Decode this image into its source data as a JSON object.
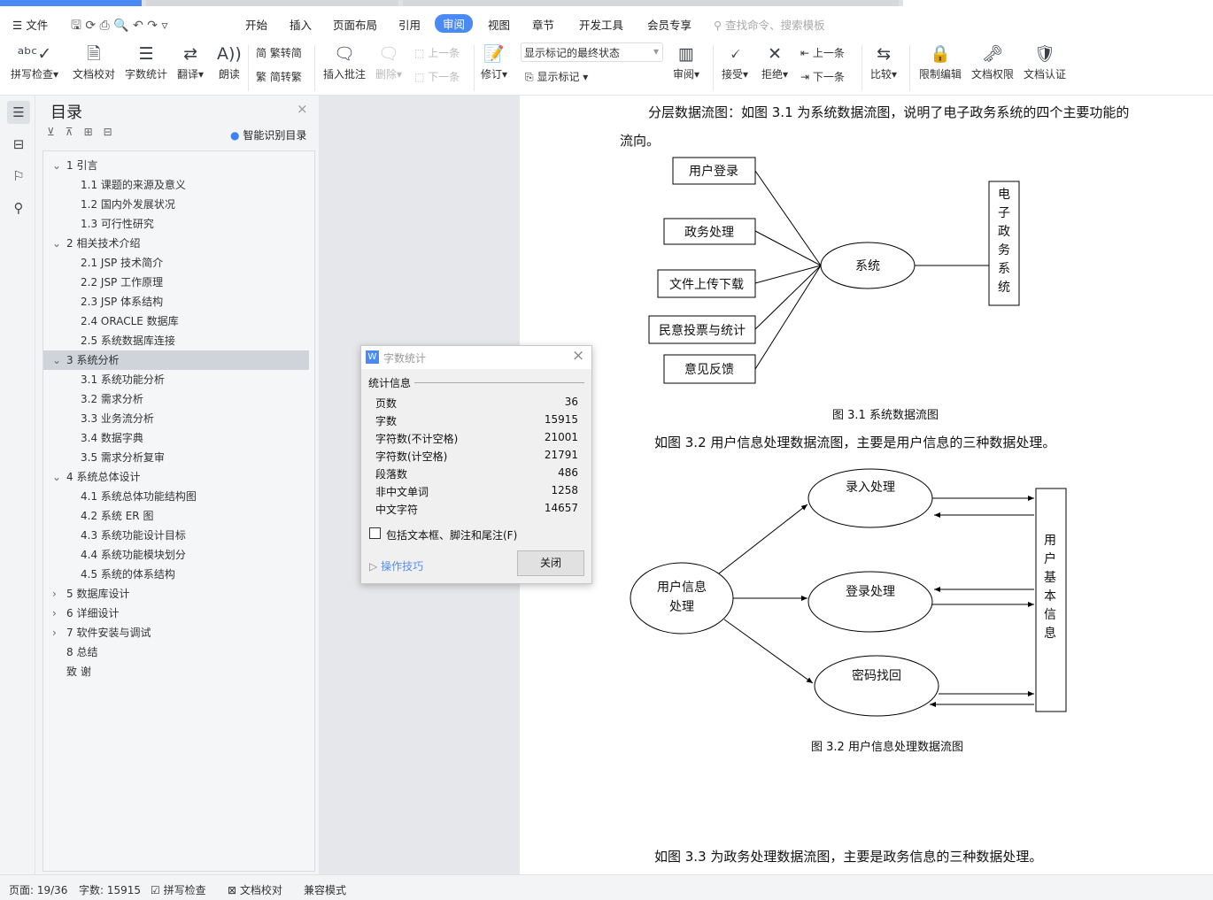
{
  "menu": {
    "file": "文件",
    "tabs": [
      "开始",
      "插入",
      "页面布局",
      "引用",
      "审阅",
      "视图",
      "章节",
      "开发工具",
      "会员专享"
    ],
    "active": "审阅",
    "search_placeholder": "查找命令、搜索模板"
  },
  "ribbon": {
    "spell": "拼写检查",
    "proof": "文档校对",
    "wordcount": "字数统计",
    "translate": "翻译",
    "read": "朗读",
    "t2s": "繁转简",
    "s2t": "简转繁",
    "insert_comment": "插入批注",
    "delete": "删除",
    "prev": "上一条",
    "next": "下一条",
    "revise": "修订",
    "markup_state": "显示标记的最终状态",
    "show_markup": "显示标记",
    "review": "审阅",
    "accept": "接受",
    "reject": "拒绝",
    "prev2": "上一条",
    "next2": "下一条",
    "compare": "比较",
    "restrict": "限制编辑",
    "permission": "文档权限",
    "certify": "文档认证"
  },
  "toc": {
    "title": "目录",
    "smart": "智能识别目录",
    "items": [
      {
        "label": "1  引言",
        "level": 1,
        "chev": "v"
      },
      {
        "label": "1.1  课题的来源及意义",
        "level": 2
      },
      {
        "label": "1.2  国内外发展状况",
        "level": 2
      },
      {
        "label": "1.3  可行性研究",
        "level": 2
      },
      {
        "label": "2  相关技术介绍",
        "level": 1,
        "chev": "v"
      },
      {
        "label": "2.1 JSP 技术简介",
        "level": 2
      },
      {
        "label": "2.2 JSP 工作原理",
        "level": 2
      },
      {
        "label": "2.3 JSP 体系结构",
        "level": 2
      },
      {
        "label": "2.4 ORACLE 数据库",
        "level": 2
      },
      {
        "label": "2.5  系统数据库连接",
        "level": 2
      },
      {
        "label": "3  系统分析",
        "level": 1,
        "chev": "v",
        "selected": true
      },
      {
        "label": "3.1  系统功能分析",
        "level": 2
      },
      {
        "label": "3.2  需求分析",
        "level": 2
      },
      {
        "label": "3.3 业务流分析",
        "level": 2
      },
      {
        "label": "3.4  数据字典",
        "level": 2
      },
      {
        "label": "3.5  需求分析复审",
        "level": 2
      },
      {
        "label": "4  系统总体设计",
        "level": 1,
        "chev": "v"
      },
      {
        "label": "4.1  系统总体功能结构图",
        "level": 2
      },
      {
        "label": "4.2  系统 ER 图",
        "level": 2
      },
      {
        "label": "4.3  系统功能设计目标",
        "level": 2
      },
      {
        "label": "4.4  系统功能模块划分",
        "level": 2
      },
      {
        "label": "4.5  系统的体系结构",
        "level": 2
      },
      {
        "label": "5  数据库设计",
        "level": 1,
        "chev": ">"
      },
      {
        "label": "6  详细设计",
        "level": 1,
        "chev": ">"
      },
      {
        "label": "7  软件安装与调试",
        "level": 1,
        "chev": ">"
      },
      {
        "label": "8  总结",
        "level": 1
      },
      {
        "label": "致   谢",
        "level": 1
      }
    ]
  },
  "doc": {
    "p1a": "分层数据流图：如图 3.1 为系统数据流图，说明了电子政务系统的四个主要功能的",
    "p1b": "流向。",
    "fig1": {
      "boxes": [
        "用户登录",
        "政务处理",
        "文件上传下载",
        "民意投票与统计",
        "意见反馈"
      ],
      "center": "系统",
      "right": [
        "电",
        "子",
        "政",
        "务",
        "系",
        "统"
      ],
      "caption": "图 3.1  系统数据流图"
    },
    "p2": "如图 3.2 用户信息处理数据流图，主要是用户信息的三种数据处理。",
    "fig2": {
      "source": [
        "用户信息",
        "处理"
      ],
      "procs": [
        "录入处理",
        "登录处理",
        "密码找回"
      ],
      "right": [
        "用",
        "户",
        "基",
        "本",
        "信",
        "息"
      ],
      "caption": "图 3.2  用户信息处理数据流图"
    },
    "p3": "如图 3.3 为政务处理数据流图，主要是政务信息的三种数据处理。"
  },
  "dialog": {
    "title": "字数统计",
    "section": "统计信息",
    "rows": [
      {
        "k": "页数",
        "v": "36"
      },
      {
        "k": "字数",
        "v": "15915"
      },
      {
        "k": "字符数(不计空格)",
        "v": "21001"
      },
      {
        "k": "字符数(计空格)",
        "v": "21791"
      },
      {
        "k": "段落数",
        "v": "486"
      },
      {
        "k": "非中文单词",
        "v": "1258"
      },
      {
        "k": "中文字符",
        "v": "14657"
      }
    ],
    "checkbox": "包括文本框、脚注和尾注(F)",
    "tips": "操作技巧",
    "close": "关闭"
  },
  "status": {
    "page": "页面: 19/36",
    "words": "字数: 15915",
    "spell": "拼写检查",
    "proof": "文档校对",
    "compat": "兼容模式"
  }
}
